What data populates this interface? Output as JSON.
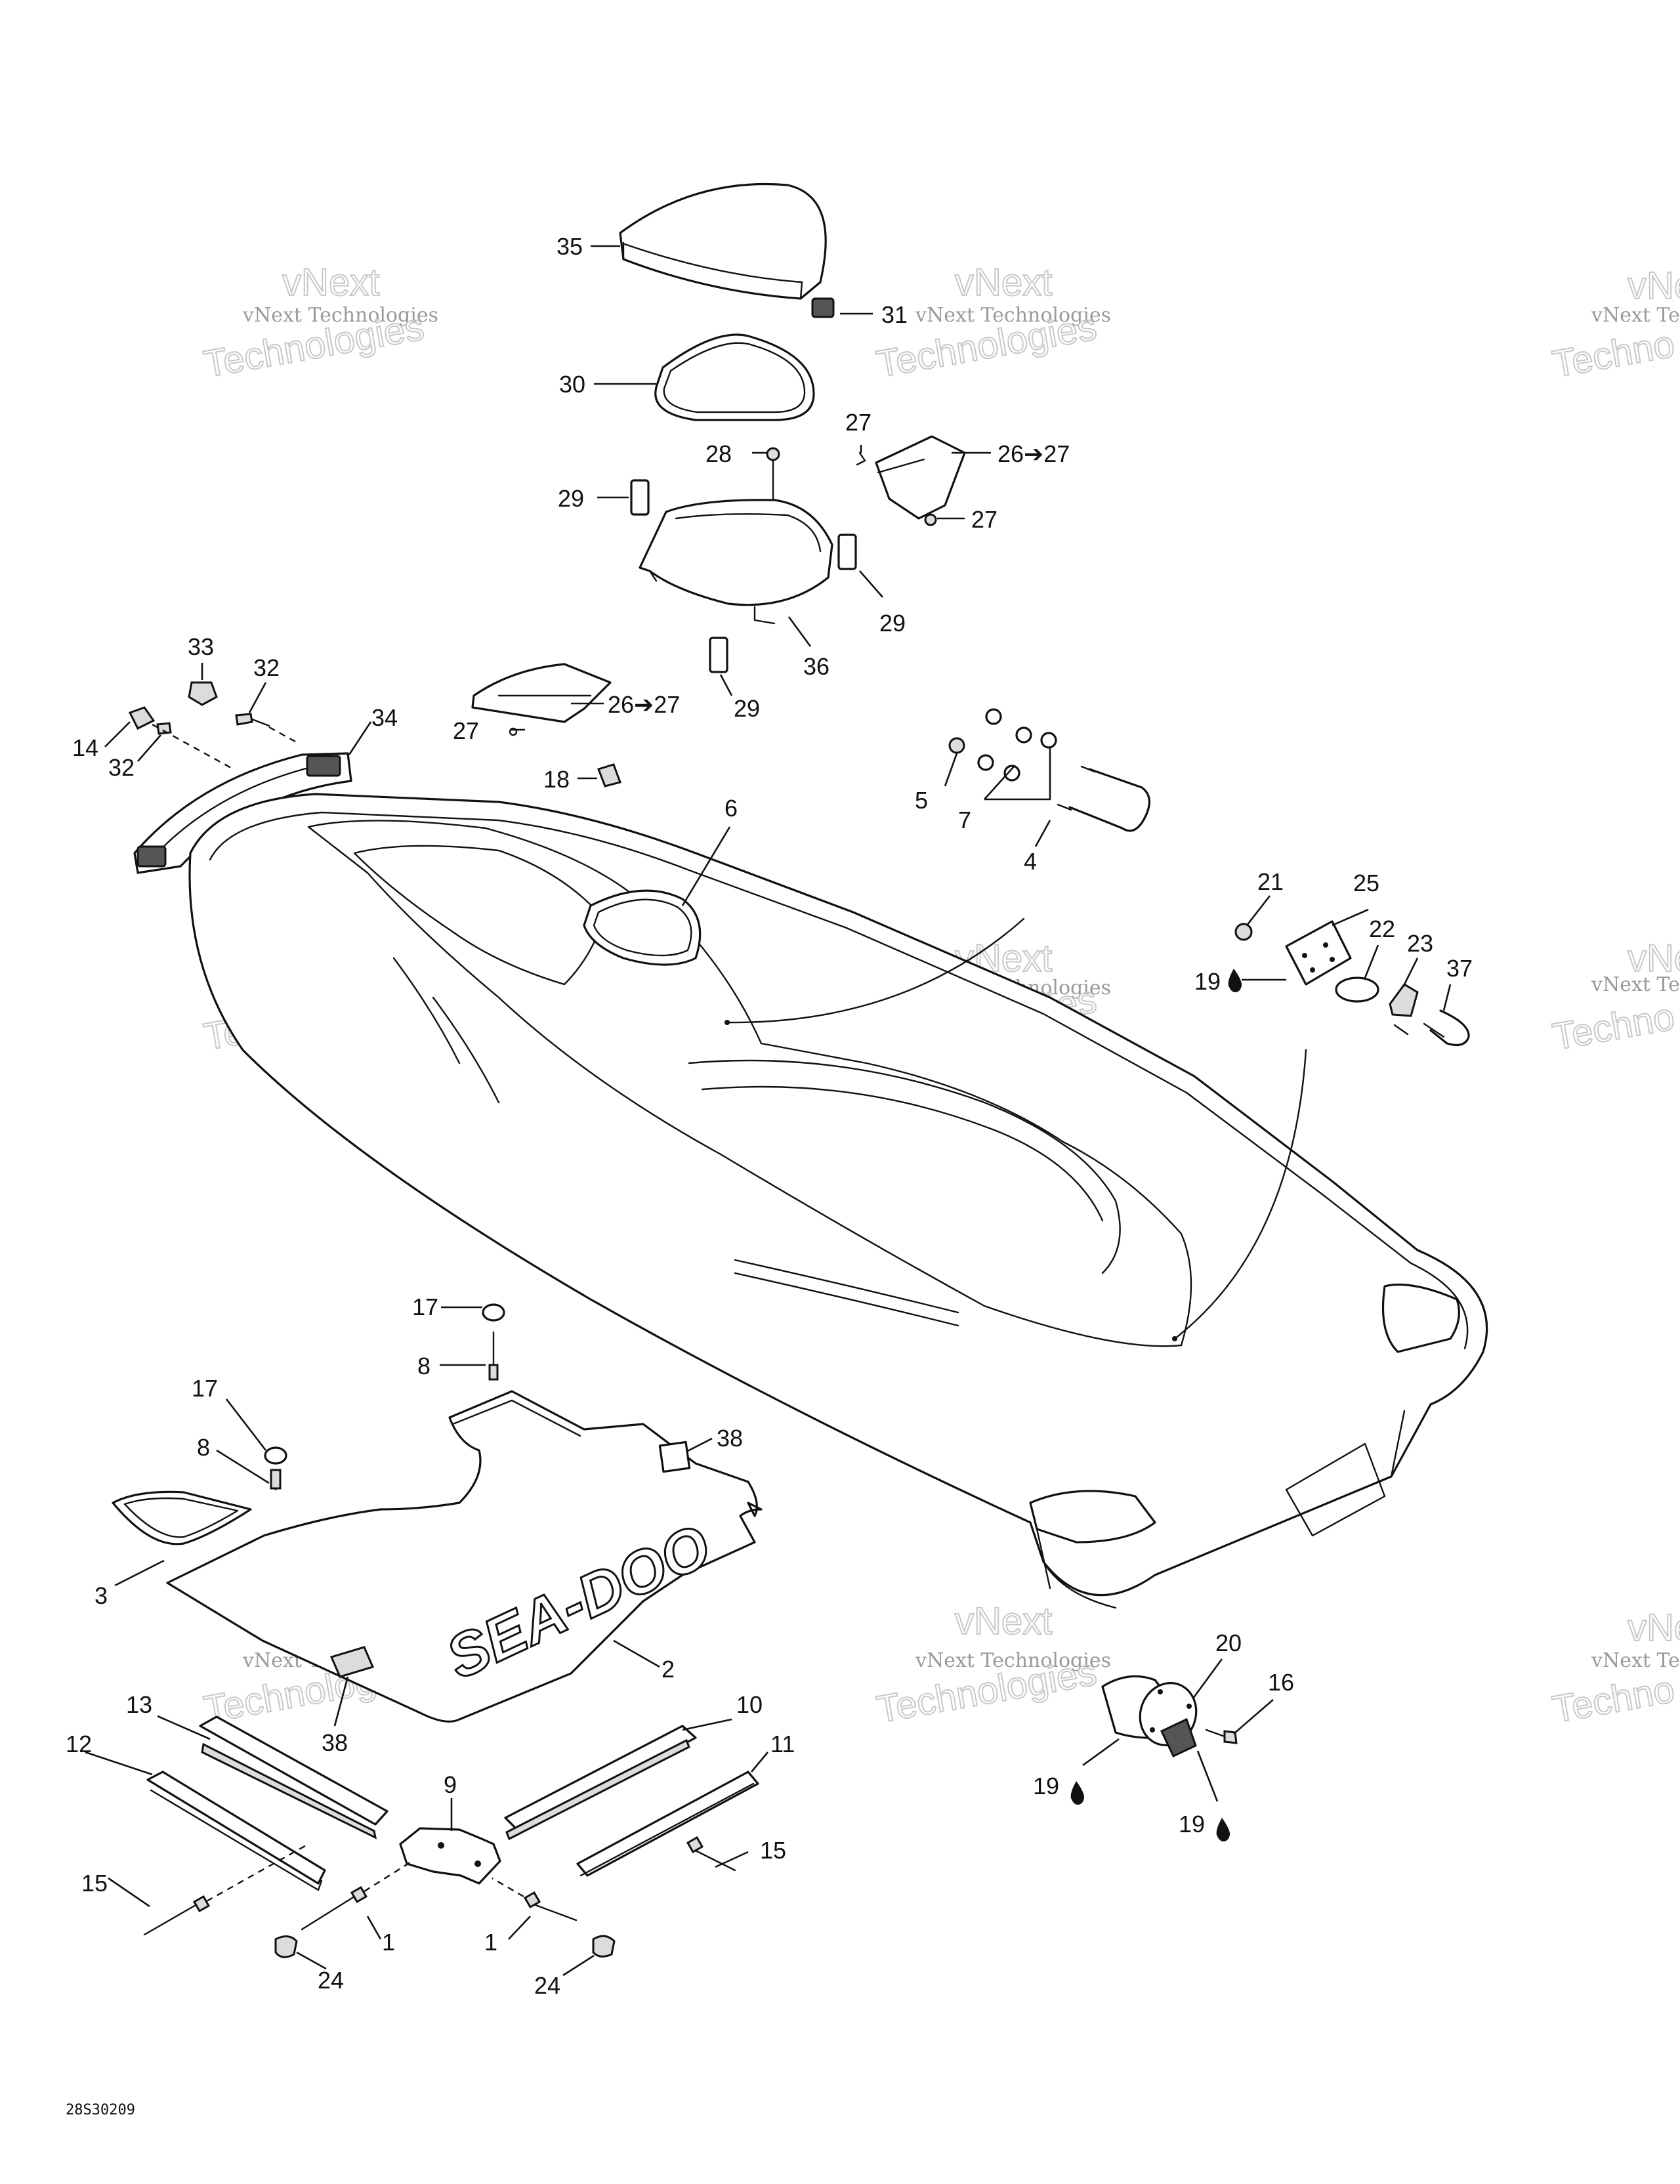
{
  "callouts": {
    "c35": "35",
    "c31": "31",
    "c30": "30",
    "c27a": "27",
    "c26b": "26➔27",
    "c28": "28",
    "c27b": "27",
    "c29a": "29",
    "c29b": "29",
    "c36": "36",
    "c29c": "29",
    "c33": "33",
    "c32a": "32",
    "c34": "34",
    "c14": "14",
    "c32b": "32",
    "c26a": "26➔27",
    "c27c": "27",
    "c18": "18",
    "c6": "6",
    "c5": "5",
    "c7": "7",
    "c4": "4",
    "c21": "21",
    "c25": "25",
    "c22": "22",
    "c23": "23",
    "c37": "37",
    "c19a": "19",
    "c17a": "17",
    "c8a": "8",
    "c17b": "17",
    "c8b": "8",
    "c38a": "38",
    "c3": "3",
    "c2": "2",
    "c38b": "38",
    "c13": "13",
    "c10": "10",
    "c12": "12",
    "c11": "11",
    "c9": "9",
    "c15a": "15",
    "c15b": "15",
    "c1a": "1",
    "c1b": "1",
    "c24a": "24",
    "c24b": "24",
    "c20": "20",
    "c16": "16",
    "c19b": "19",
    "c19c": "19"
  },
  "watermark": {
    "line1": "vNext Technologies",
    "line2": "vNext",
    "line3": "Technologies",
    "cut1": "vNext Te",
    "cut2": "vNe",
    "cut3": "Techno"
  },
  "logo_text": "SEA-DOO",
  "diagram_code": "28S30209",
  "icons": {
    "drop": "drop-icon",
    "arrow": "right-arrow-icon"
  }
}
